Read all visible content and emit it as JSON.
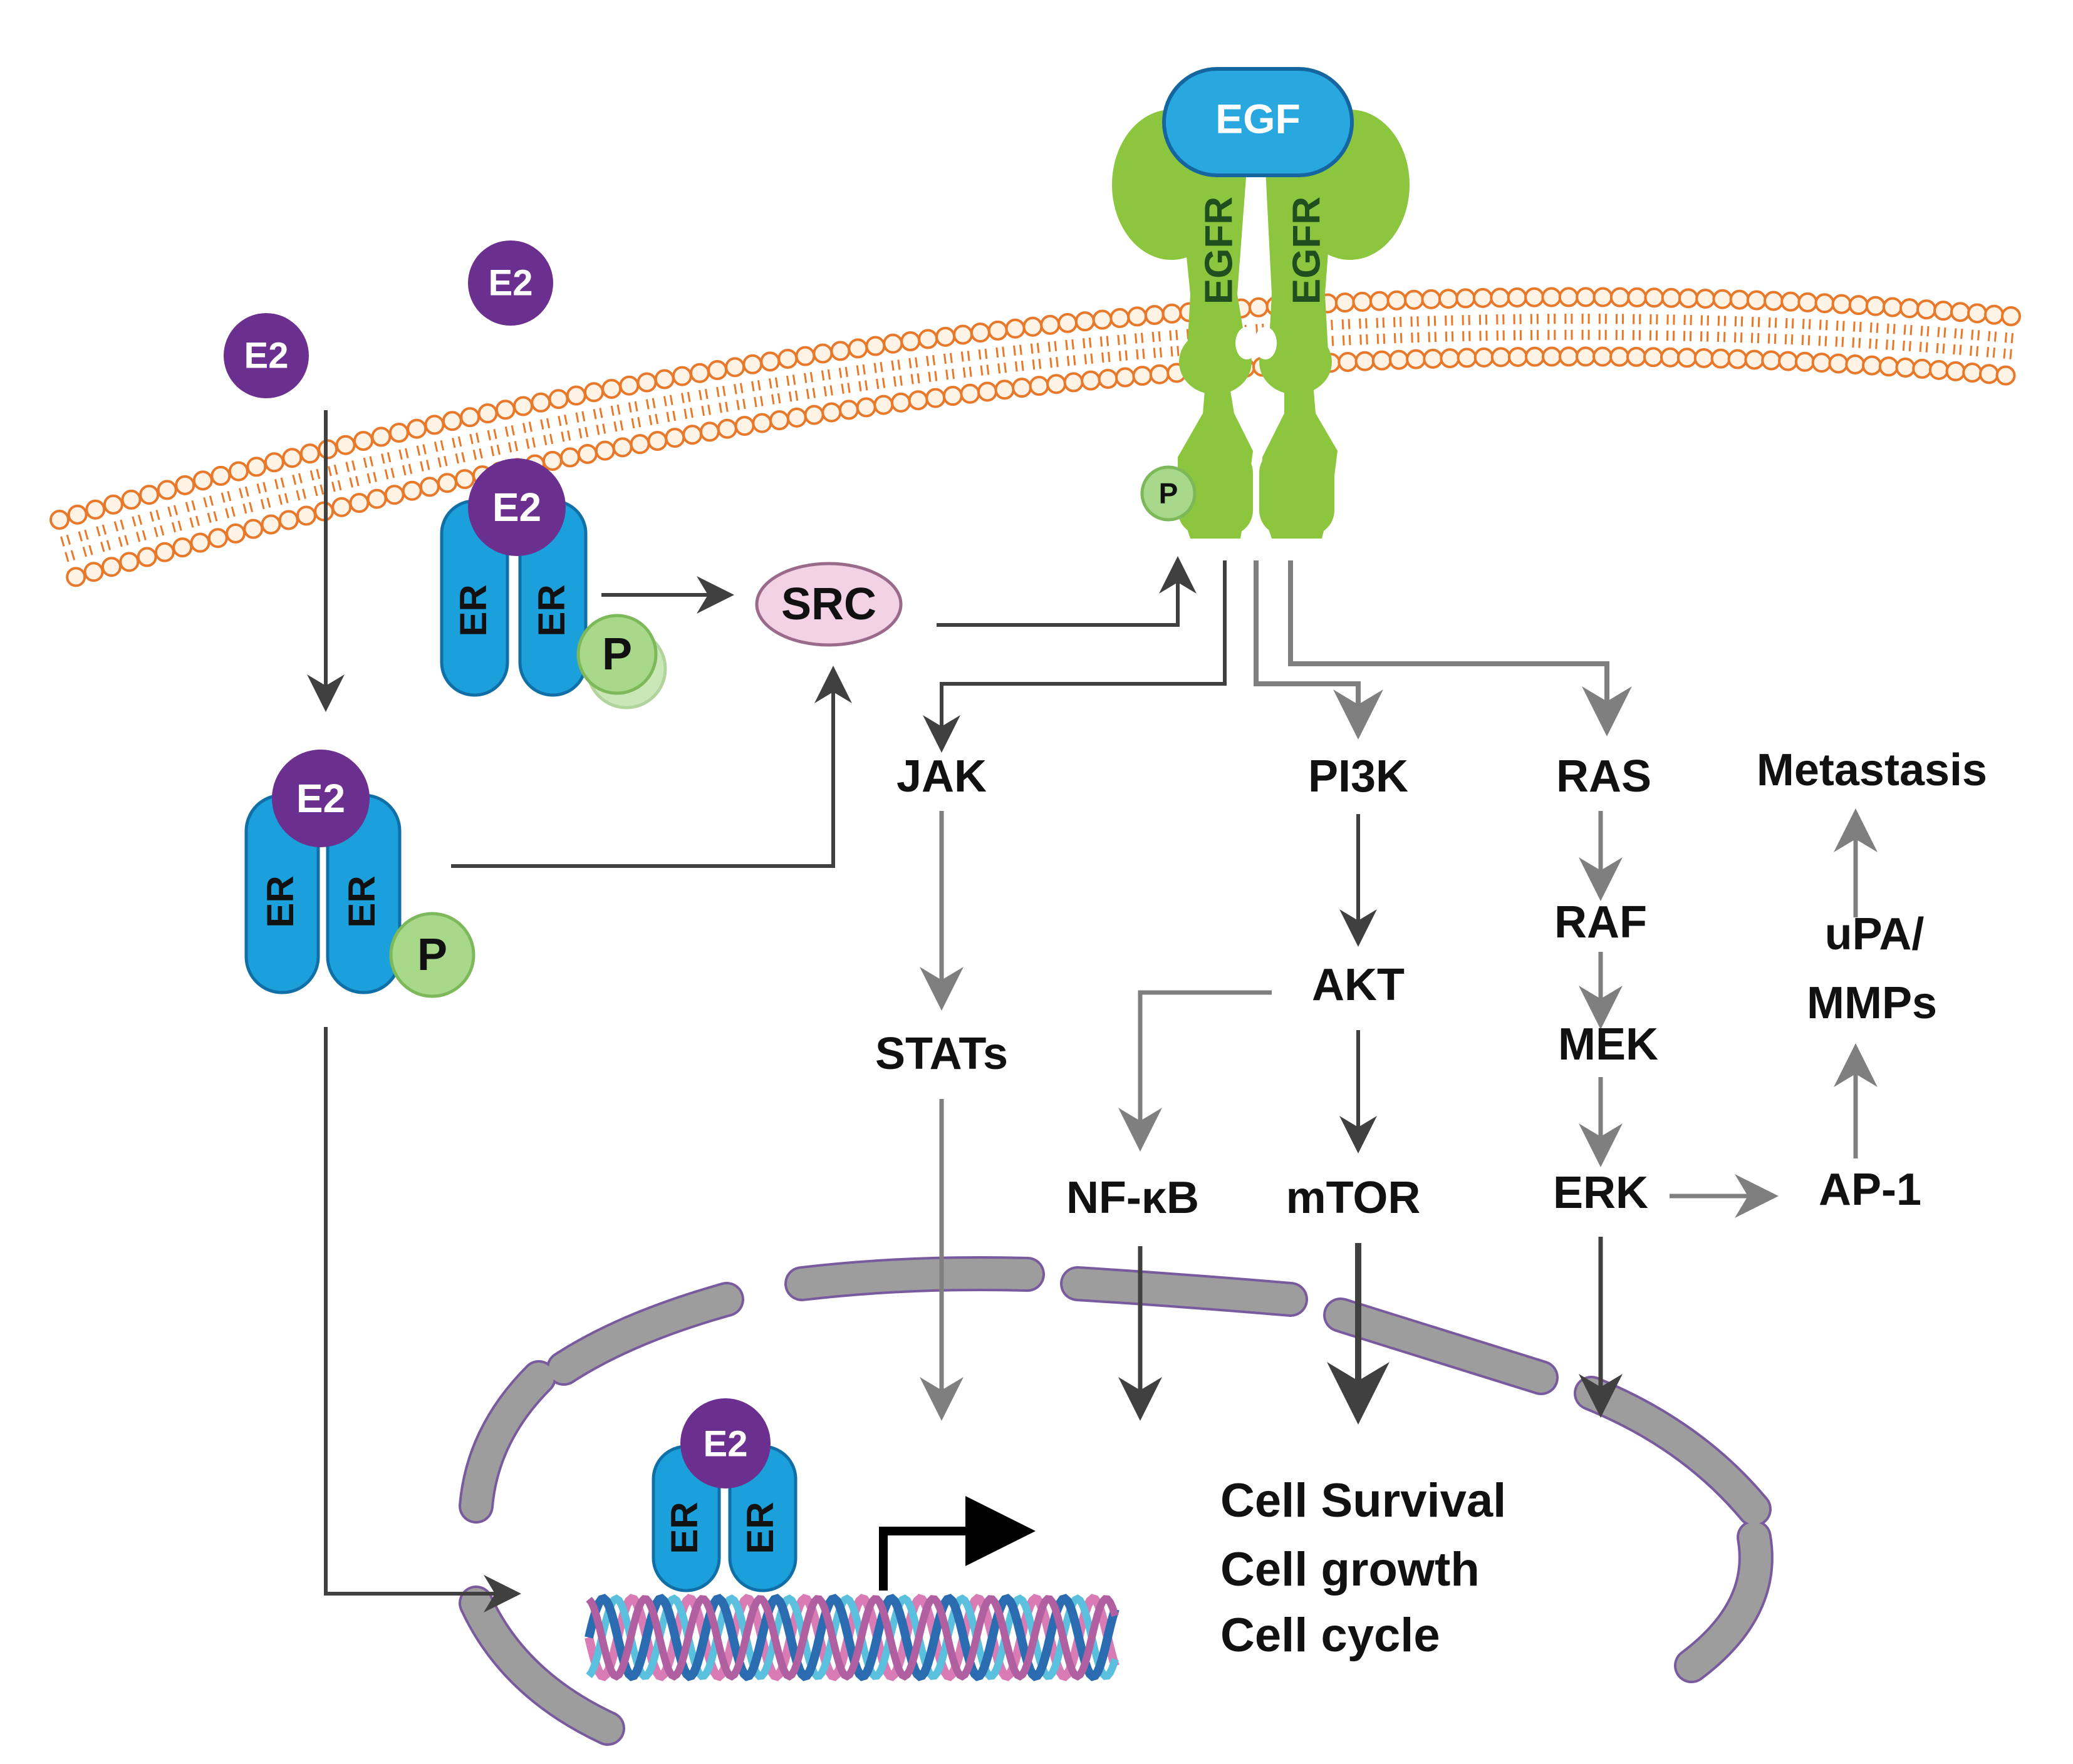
{
  "ligands": {
    "e2": "E2",
    "egf": "EGF"
  },
  "receptors": {
    "egfr": "EGFR",
    "er": "ER",
    "phospho": "P"
  },
  "kinases": {
    "src": "SRC",
    "jak": "JAK",
    "stats": "STATs",
    "pi3k": "PI3K",
    "akt": "AKT",
    "nfkb": "NF-κB",
    "mtor": "mTOR",
    "ras": "RAS",
    "raf": "RAF",
    "mek": "MEK",
    "erk": "ERK",
    "ap1": "AP-1",
    "upa_line1": "uPA/",
    "upa_line2": "MMPs",
    "metastasis": "Metastasis"
  },
  "outcomes": [
    "Cell Survival",
    "Cell growth",
    "Cell cycle"
  ],
  "colors": {
    "e2": "#6b2f8f",
    "egf": "#29a8e0",
    "egfr": "#8cc63f",
    "er": "#1ba0dc",
    "phospho": "#a8d88a",
    "src": "#f3d2e6",
    "membrane": "#e8782a",
    "arrow_dark": "#404040",
    "arrow_grey": "#7f7f7f",
    "nucleus_envelope": "#9d9d9d",
    "dna_pink": "#d97bb5",
    "dna_blue": "#2b6cb0"
  }
}
